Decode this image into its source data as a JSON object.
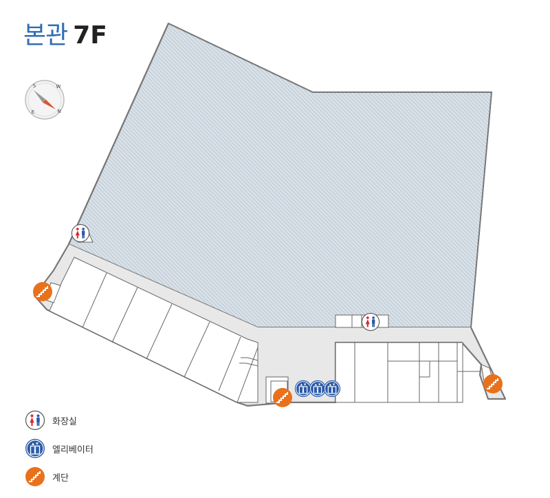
{
  "header": {
    "building": "본관",
    "floor": "7F"
  },
  "compass": {
    "labels": [
      "S",
      "W",
      "N",
      "E"
    ],
    "icon": "compass-icon"
  },
  "legend": {
    "items": [
      {
        "label": "화장실",
        "icon": "restroom-icon"
      },
      {
        "label": "엘리베이터",
        "icon": "elevator-icon"
      },
      {
        "label": "계단",
        "icon": "stairs-icon"
      }
    ]
  },
  "colors": {
    "title": "#2f6db5",
    "restroom_female": "#e0262f",
    "restroom_male": "#2c58a8",
    "elevator": "#2a5aa8",
    "stairs": "#e9711c",
    "room_outline": "#666666",
    "corridor": "#e8e8e8",
    "hatched_area": "#d9e1e8"
  }
}
